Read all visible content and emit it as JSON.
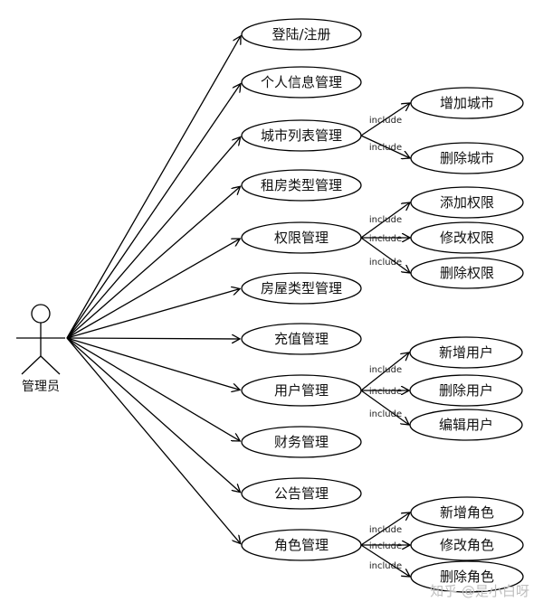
{
  "actor": {
    "label": "管理员"
  },
  "use_cases": [
    {
      "label": "登陆/注册",
      "children": []
    },
    {
      "label": "个人信息管理",
      "children": []
    },
    {
      "label": "城市列表管理",
      "children": [
        "增加城市",
        "删除城市"
      ]
    },
    {
      "label": "租房类型管理",
      "children": []
    },
    {
      "label": "权限管理",
      "children": [
        "添加权限",
        "修改权限",
        "删除权限"
      ]
    },
    {
      "label": "房屋类型管理",
      "children": []
    },
    {
      "label": "充值管理",
      "children": []
    },
    {
      "label": "用户管理",
      "children": [
        "新增用户",
        "删除用户",
        "编辑用户"
      ]
    },
    {
      "label": "财务管理",
      "children": []
    },
    {
      "label": "公告管理",
      "children": []
    },
    {
      "label": "角色管理",
      "children": [
        "新增角色",
        "修改角色",
        "删除角色"
      ]
    }
  ],
  "include_label": "include",
  "watermark": "知乎 @是小白呀",
  "colors": {
    "line": "#000000",
    "background": "#ffffff",
    "watermark": "#bfbfbf"
  }
}
